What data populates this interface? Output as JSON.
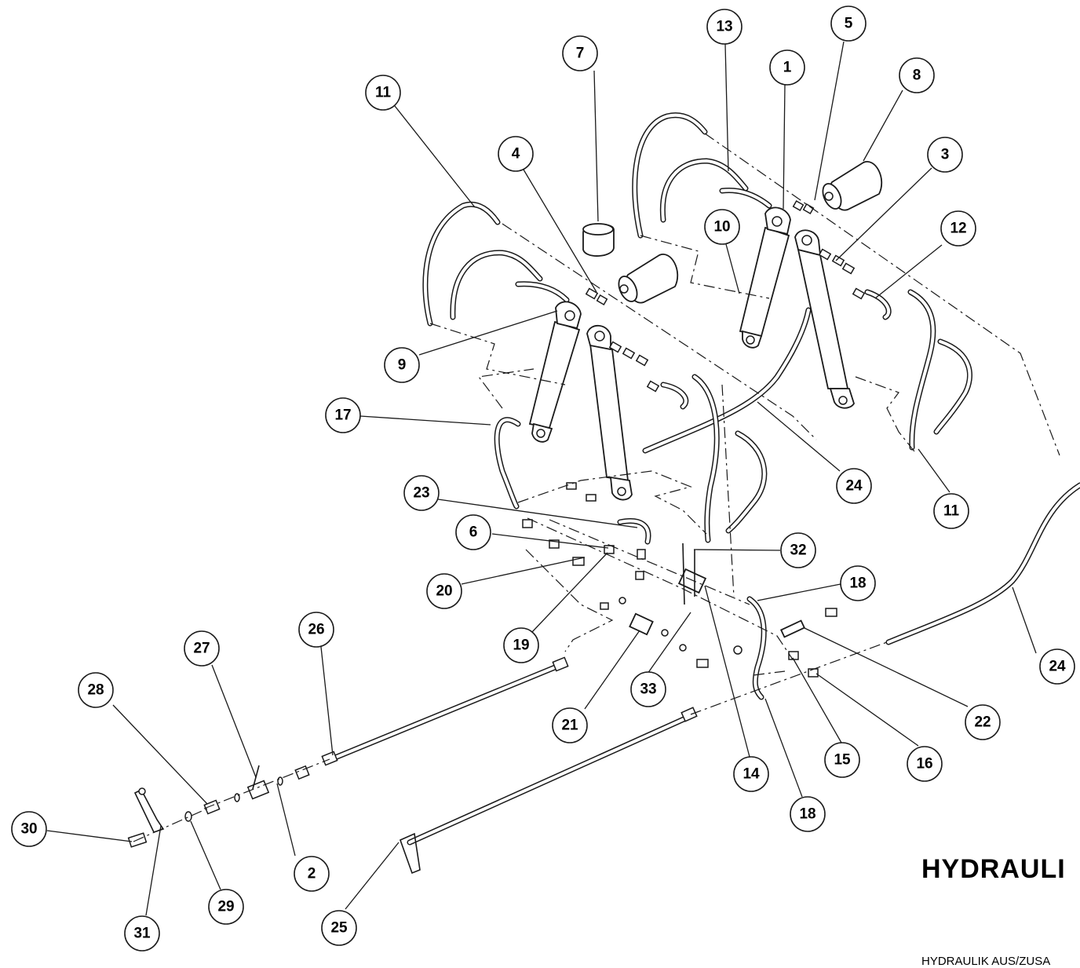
{
  "title": "HYDRAULI",
  "subtitle": "HYDRAULIK AUS/ZUSA",
  "callouts": [
    {
      "label": "1"
    },
    {
      "label": "2"
    },
    {
      "label": "3"
    },
    {
      "label": "4"
    },
    {
      "label": "5"
    },
    {
      "label": "6"
    },
    {
      "label": "7"
    },
    {
      "label": "8"
    },
    {
      "label": "9"
    },
    {
      "label": "10"
    },
    {
      "label": "11"
    },
    {
      "label": "11"
    },
    {
      "label": "12"
    },
    {
      "label": "13"
    },
    {
      "label": "14"
    },
    {
      "label": "15"
    },
    {
      "label": "16"
    },
    {
      "label": "17"
    },
    {
      "label": "18"
    },
    {
      "label": "18"
    },
    {
      "label": "19"
    },
    {
      "label": "20"
    },
    {
      "label": "21"
    },
    {
      "label": "22"
    },
    {
      "label": "23"
    },
    {
      "label": "24"
    },
    {
      "label": "24"
    },
    {
      "label": "25"
    },
    {
      "label": "26"
    },
    {
      "label": "27"
    },
    {
      "label": "28"
    },
    {
      "label": "29"
    },
    {
      "label": "30"
    },
    {
      "label": "31"
    },
    {
      "label": "32"
    },
    {
      "label": "33"
    }
  ]
}
